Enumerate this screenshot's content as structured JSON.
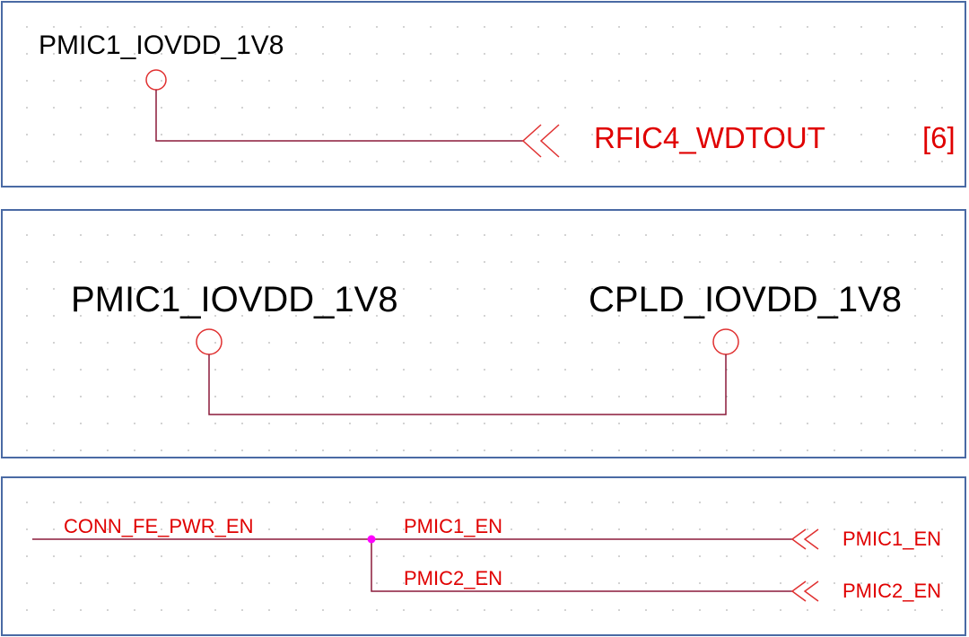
{
  "colors": {
    "border": "#4a6aa4",
    "wire": "#8b1a3a",
    "net_label": "#e00000",
    "power_symbol": "#e03030",
    "junction": "#ff00ff",
    "text_black": "#000000",
    "grid_dot": "#c8c8c8"
  },
  "panel1": {
    "power_label": "PMIC1_IOVDD_1V8",
    "offpage_net": "RFIC4_WDTOUT",
    "sheet_ref": "[6]"
  },
  "panel2": {
    "power_left": "PMIC1_IOVDD_1V8",
    "power_right": "CPLD_IOVDD_1V8"
  },
  "panel3": {
    "source_net": "CONN_FE_PWR_EN",
    "branch1_wire": "PMIC1_EN",
    "branch2_wire": "PMIC2_EN",
    "offpage1": "PMIC1_EN",
    "offpage2": "PMIC2_EN"
  }
}
